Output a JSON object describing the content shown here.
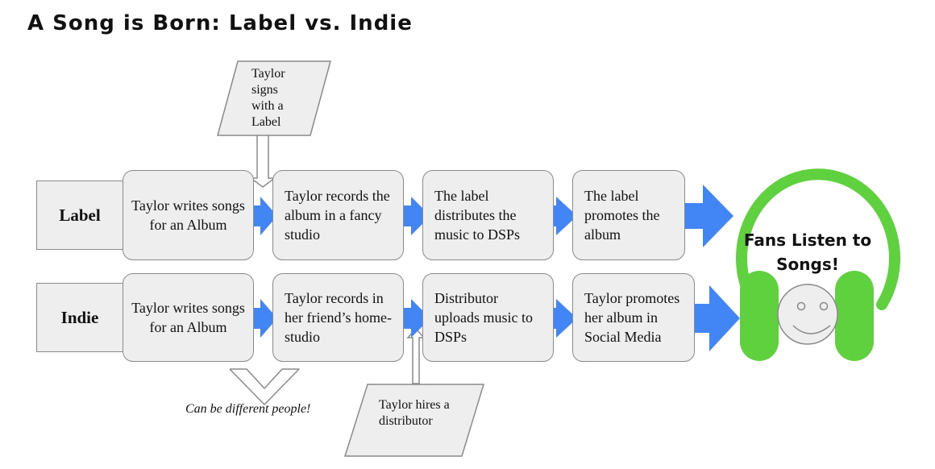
{
  "title": "A Song is Born: Label vs. Indie",
  "rows": {
    "label": {
      "name": "Label",
      "steps": [
        "Taylor writes songs for an Album",
        "Taylor records the album in a fancy studio",
        "The label distributes the music to DSPs",
        "The label promotes the album"
      ]
    },
    "indie": {
      "name": "Indie",
      "steps": [
        "Taylor writes songs for an Album",
        "Taylor records in her friend’s home-studio",
        "Distributor uploads music to DSPs",
        "Taylor promotes her album in Social Media"
      ]
    }
  },
  "notes": {
    "signs_label": "Taylor signs with a Label",
    "hires_distributor": "Taylor hires a distributor",
    "different_people": "Can be different people!"
  },
  "outcome": "Fans Listen to Songs!",
  "colors": {
    "arrow": "#4285f4",
    "headphones": "#5fd13e",
    "box_fill": "#eeeeee",
    "box_border": "#8a8a8a"
  }
}
